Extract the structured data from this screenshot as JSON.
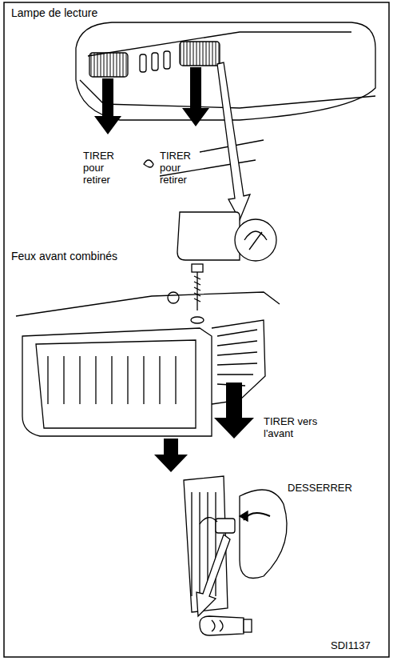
{
  "diagram": {
    "labels": [
      "Lampe de lecture",
      "TIRER pour retirer",
      "TIRER pour retirer",
      "Feux avant combinés",
      "TIRER vers l'avant",
      "DESSERRER",
      "SDI1137"
    ]
  }
}
